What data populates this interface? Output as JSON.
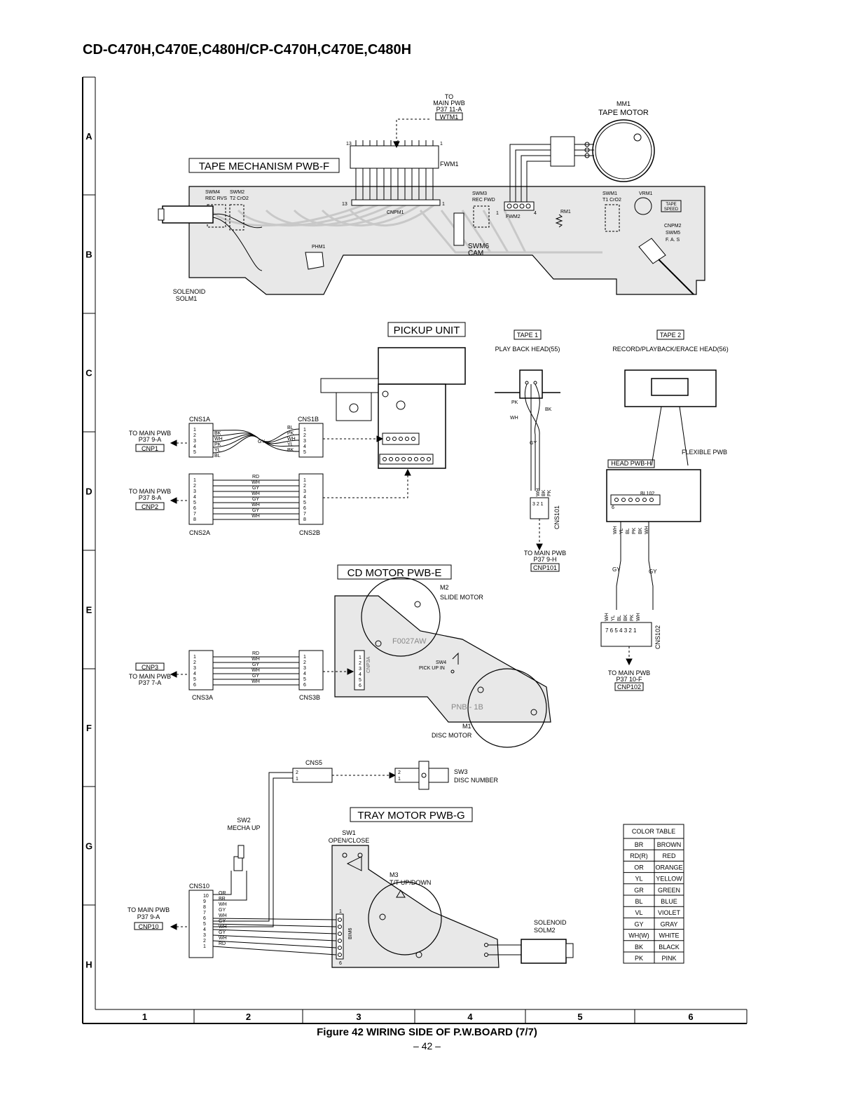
{
  "header": {
    "title": "CD-C470H,C470E,C480H/CP-C470H,C470E,C480H"
  },
  "footer": {
    "figure": "Figure 42 WIRING SIDE OF P.W.BOARD (7/7)",
    "page": "– 42 –"
  },
  "grid": {
    "rows": [
      "A",
      "B",
      "C",
      "D",
      "E",
      "F",
      "G",
      "H"
    ],
    "cols": [
      "1",
      "2",
      "3",
      "4",
      "5",
      "6"
    ]
  },
  "labels": {
    "tape_mech": "TAPE MECHANISM PWB-F",
    "to": "TO",
    "main_pwb": "MAIN PWB",
    "p37_11a": "P37 11-A",
    "wtm1": "WTM1",
    "mm1": "MM1",
    "tape_motor": "TAPE MOTOR",
    "fwm1": "FWM1",
    "n13": "13",
    "n1": "1",
    "cnpm1": "CNPM1",
    "fwm2": "FWM2",
    "n4": "4",
    "swm4": "SWM4",
    "rec_rvs": "REC RVS",
    "swm2": "SWM2",
    "t2_cro2": "T2 CrO2",
    "swm3": "SWM3",
    "rec_fwd": "REC FWD",
    "rm1": "RM1",
    "swm1": "SWM1",
    "t1_cro2": "T1 CrO2",
    "vrm1": "VRM1",
    "tape_speed": "TAPE SPEED",
    "cnpm2": "CNPM2",
    "swm5": "SWM5",
    "fas": "F. A. S",
    "phm1": "PHM1",
    "swm6": "SWM6",
    "cam": "CAM",
    "solenoid": "SOLENOID",
    "solm1": "SOLM1",
    "pickup": "PICKUP UNIT",
    "tape1": "TAPE 1",
    "pb_head": "PLAY BACK HEAD(55)",
    "tape2": "TAPE 2",
    "rpe_head": "RECORD/PLAYBACK/ERACE HEAD(56)",
    "cns1a": "CNS1A",
    "cns1b": "CNS1B",
    "to_main_pwb": "TO MAIN PWB",
    "p37_9a": "P37 9-A",
    "cnp1": "CNP1",
    "p37_8a": "P37 8-A",
    "cnp2": "CNP2",
    "cns2a": "CNS2A",
    "cns2b": "CNS2B",
    "gy": "GY",
    "pk": "PK",
    "bk": "BK",
    "wh": "WH",
    "cns101": "CNS101",
    "p37_9h": "P37 9-H",
    "cnp101": "CNP101",
    "flexible": "FLEXIBLE PWB",
    "head_pwb": "HEAD PWB-H",
    "bi102": "BI 102",
    "cd_motor": "CD MOTOR PWB-E",
    "m2": "M2",
    "slide_motor": "SLIDE MOTOR",
    "sw4": "SW4",
    "pickup_in": "PICK UP IN",
    "cnp3a": "CNP3A",
    "m1": "M1",
    "disc_motor": "DISC MOTOR",
    "f0027": "F0027AW",
    "pnb": "PNB - 1B",
    "cnp3": "CNP3",
    "p37_7a": "P37 7-A",
    "cns3a": "CNS3A",
    "cns3b": "CNS3B",
    "cns102": "CNS102",
    "p37_10f": "P37 10-F",
    "cnp102": "CNP102",
    "cns5": "CNS5",
    "sw3": "SW3",
    "disc_number": "DISC NUMBER",
    "tray": "TRAY MOTOR PWB-G",
    "sw2": "SW2",
    "mecha_up": "MECHA UP",
    "sw1": "SW1",
    "open_close": "OPEN/CLOSE",
    "m3": "M3",
    "tt": "T/T UP/DOWN",
    "cns10": "CNS10",
    "cnp10": "CNP10",
    "solm2": "SOLM2",
    "bim6": "BIM6"
  },
  "wires": {
    "cns1a": [
      "BK",
      "WH",
      "PK",
      "YL",
      "BL"
    ],
    "cns1b": [
      "BL",
      "PK",
      "WH",
      "YL",
      "BK"
    ],
    "cns2": [
      "RD",
      "WH",
      "GY",
      "WH",
      "GY",
      "WH",
      "GY",
      "WH"
    ],
    "cns3": [
      "RD",
      "WH",
      "GY",
      "WH",
      "GY",
      "WH"
    ],
    "cns10": [
      "OR",
      "BR",
      "WH",
      "GY",
      "WH",
      "GY",
      "WH",
      "GY",
      "WH",
      "RD"
    ],
    "cns101": [
      "WH",
      "BK",
      "PK"
    ],
    "bi102": [
      "WH",
      "YL",
      "BL",
      "PK",
      "BK",
      "WH"
    ],
    "cns102": [
      "WH",
      "YL",
      "BL",
      "BK",
      "PK",
      "WH"
    ]
  },
  "color_table": {
    "title": "COLOR  TABLE",
    "rows": [
      [
        "BR",
        "BROWN"
      ],
      [
        "RD(R)",
        "RED"
      ],
      [
        "OR",
        "ORANGE"
      ],
      [
        "YL",
        "YELLOW"
      ],
      [
        "GR",
        "GREEN"
      ],
      [
        "BL",
        "BLUE"
      ],
      [
        "VL",
        "VIOLET"
      ],
      [
        "GY",
        "GRAY"
      ],
      [
        "WH(W)",
        "WHITE"
      ],
      [
        "BK",
        "BLACK"
      ],
      [
        "PK",
        "PINK"
      ]
    ]
  }
}
